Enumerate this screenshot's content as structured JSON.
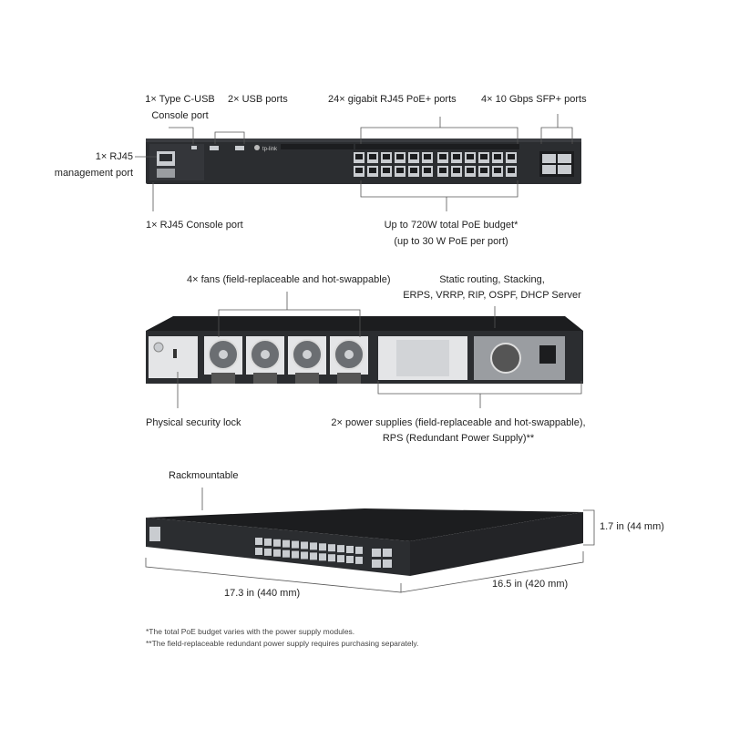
{
  "front": {
    "typec_usb": "1× Type C-USB",
    "console_port": "Console port",
    "usb_ports": "2× USB ports",
    "rj45_poe": "24× gigabit RJ45 PoE+ ports",
    "sfp_ports": "4× 10 Gbps SFP+ ports",
    "mgmt_rj45": "1× RJ45",
    "mgmt_port": "management port",
    "rj45_console": "1× RJ45 Console port",
    "poe_budget": "Up to 720W total PoE budget*",
    "poe_per_port": "(up to 30 W PoE per port)",
    "brand": "tp-link"
  },
  "rear": {
    "fans": "4× fans (field-replaceable and hot-swappable)",
    "features_line1": "Static routing, Stacking,",
    "features_line2": "ERPS, VRRP, RIP, OSPF, DHCP Server",
    "security_lock": "Physical security lock",
    "psu_line1": "2× power supplies (field-replaceable and hot-swappable),",
    "psu_line2": "RPS (Redundant Power Supply)**"
  },
  "iso": {
    "rackmountable": "Rackmountable",
    "height": "1.7 in (44 mm)",
    "width": "17.3 in (440 mm)",
    "depth": "16.5 in (420 mm)"
  },
  "footnotes": {
    "note1": "*The total PoE budget varies with the power supply modules.",
    "note2": "**The field-replaceable redundant power supply requires purchasing separately."
  },
  "colors": {
    "chassis": "#2b2d30",
    "chassis_dark": "#1c1d1f",
    "port": "#c9ccd0",
    "line": "#555555"
  }
}
